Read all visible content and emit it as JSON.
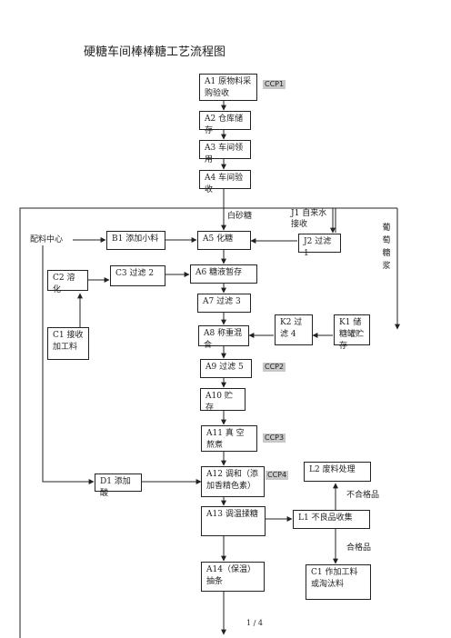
{
  "title": "硬糖车间棒棒糖工艺流程图",
  "boxes": {
    "a1": "A1 原物料采购验收",
    "a2": "A2 仓库储存",
    "a3": "A3 车间领用",
    "a4": "A4 车间验收",
    "a5": "A5 化糖",
    "a6": "A6 糖液暂存",
    "a7": "A7 过滤 3",
    "a8": "A8 称重混合",
    "a9": "A9 过滤 5",
    "a10": "A10 贮存",
    "a11": "A11 真 空 熬煮",
    "a12": "A12 调和（添加香精色素）",
    "a13": "A13 调温揉糖",
    "a14": "A14（保温）抽条",
    "b1": "B1 添加小料",
    "c1": "C1 接收加工料",
    "c2": "C2 溶化",
    "c3": "C3 过滤 2",
    "d1": "D1 添加酸",
    "j2": "J2 过滤 1",
    "k1": "K1 储糖罐贮存",
    "k2": "K2 过滤 4",
    "l1": "L1 不良品收集",
    "l2": "L2 废料处理",
    "c1b": "C1 作加工料或淘汰料"
  },
  "ccp": {
    "ccp1": "CCP1",
    "ccp2": "CCP2",
    "ccp3": "CCP3",
    "ccp4": "CCP4"
  },
  "labels": {
    "white_sugar": "白砂糖",
    "j1": "J1  自来水接收",
    "ingredient_center": "配料中心",
    "glucose_syrup": "葡萄糖浆",
    "unqualified": "不合格品",
    "qualified": "合格品",
    "page_num": "1 / 4"
  }
}
